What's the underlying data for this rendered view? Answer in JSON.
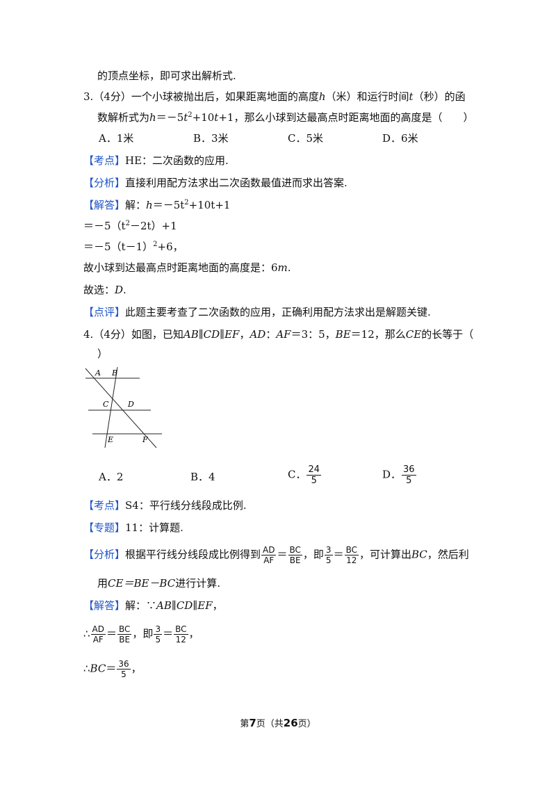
{
  "intro_line": "的顶点坐标，即可求出解析式.",
  "q3": {
    "number": "3.",
    "stem_1": "（4分）一个小球被抛出后，如果距离地面的高度",
    "var_h": "h",
    "paren_m": "（米）和运行时间",
    "var_t": "t",
    "paren_s": "（秒）的函",
    "stem_2a": "数解析式为",
    "formula_h": "h",
    "formula_eq": "＝－5",
    "formula_t": "t",
    "formula_sq": "2",
    "formula_rest": "+10",
    "formula_t2": "t",
    "formula_end": "+1，那么小球到达最高点时距离地面的高度是（　　）",
    "options": [
      "A．1米",
      "B．3米",
      "C．5米",
      "D．6米"
    ],
    "kaodian_tag": "【考点】",
    "kaodian": "HE：二次函数的应用.",
    "fenxi_tag": "【分析】",
    "fenxi": "直接利用配方法求出二次函数最值进而求出答案.",
    "jieda_tag": "【解答】",
    "jieda_1": "解：",
    "step1_h": "h",
    "step1": "＝－5t",
    "step1_sq": "2",
    "step1_end": "+10t+1",
    "step2": "＝－5（t",
    "step2_sq": "2",
    "step2_end": "－2t）+1",
    "step3": "＝－5（t－1）",
    "step3_sq": "2",
    "step3_end": "+6，",
    "conclusion": "故小球到达最高点时距离地面的高度是：6",
    "conclusion_unit": "m",
    "conclusion_end": ".",
    "choose": "故选：",
    "choose_ans": "D",
    "choose_end": ".",
    "dianping_tag": "【点评】",
    "dianping": "此题主要考查了二次函数的应用，正确利用配方法求出是解题关键."
  },
  "q4": {
    "number": "4.",
    "stem_a": "（4分）如图，已知",
    "stem_vars": "AB∥CD∥EF",
    "stem_b": "，",
    "stem_c": "AD",
    "stem_d": "：",
    "stem_e": "AF",
    "stem_f": "＝3：5，",
    "stem_g": "BE",
    "stem_h": "＝12，那么",
    "stem_i": "CE",
    "stem_j": "的长等于（",
    "stem_close": "）",
    "figure_labels": {
      "A": "A",
      "B": "B",
      "C": "C",
      "D": "D",
      "E": "E",
      "F": "F"
    },
    "options": [
      {
        "label": "A．",
        "value": "2"
      },
      {
        "label": "B．",
        "value": "4"
      },
      {
        "label": "C．",
        "num": "24",
        "den": "5"
      },
      {
        "label": "D．",
        "num": "36",
        "den": "5"
      }
    ],
    "kaodian_tag": "【考点】",
    "kaodian": "S4：平行线分线段成比例.",
    "zhuanti_tag": "【专题】",
    "zhuanti": "11：计算题.",
    "fenxi_tag": "【分析】",
    "fenxi_a": "根据平行线分线段成比例得到",
    "frac_ad": "AD",
    "frac_af": "AF",
    "frac_bc": "BC",
    "frac_be": "BE",
    "fenxi_eq": "＝",
    "fenxi_b": "，即",
    "frac_3": "3",
    "frac_5": "5",
    "frac_12": "12",
    "fenxi_c": "，可计算出",
    "fenxi_bc": "BC",
    "fenxi_d": "，然后利",
    "fenxi_2a": "用",
    "fenxi_2b": "CE＝BE－BC",
    "fenxi_2c": "进行计算.",
    "jieda_tag": "【解答】",
    "jieda_1": "解：∵",
    "jieda_1v": "AB∥CD∥EF",
    "jieda_1e": "，",
    "therefore": "∴",
    "ji": "，即",
    "comma": "，",
    "therefore_bc": "BC",
    "eq": "＝",
    "frac_36": "36"
  },
  "footer": {
    "pre": "第",
    "page": "7",
    "mid": "页（共",
    "total": "26",
    "post": "页）"
  }
}
